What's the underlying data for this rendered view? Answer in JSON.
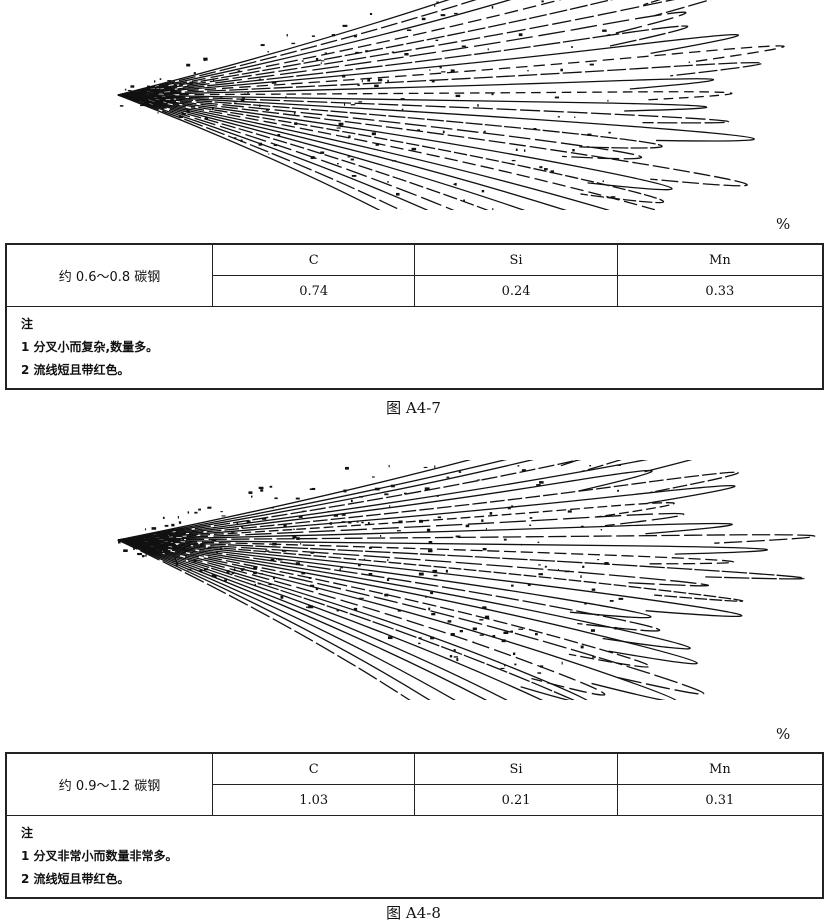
{
  "figures": [
    {
      "label": "约 0.6～0.8 碳钢",
      "headers": [
        "C",
        "Si",
        "Mn"
      ],
      "values": [
        "0.74",
        "0.24",
        "0.33"
      ],
      "notes": [
        "注",
        "1 分叉小而复杂,数量多。",
        "2 流线短且带红色。"
      ],
      "unit": "%",
      "caption": "图 A4-7"
    },
    {
      "label": "约 0.9～1.2 碳钢",
      "headers": [
        "C",
        "Si",
        "Mn"
      ],
      "values": [
        "1.03",
        "0.21",
        "0.31"
      ],
      "notes": [
        "注",
        "1 分叉非常小而数量非常多。",
        "2 流线短且带红色。"
      ],
      "unit": "%",
      "caption": "图 A4-8"
    }
  ]
}
